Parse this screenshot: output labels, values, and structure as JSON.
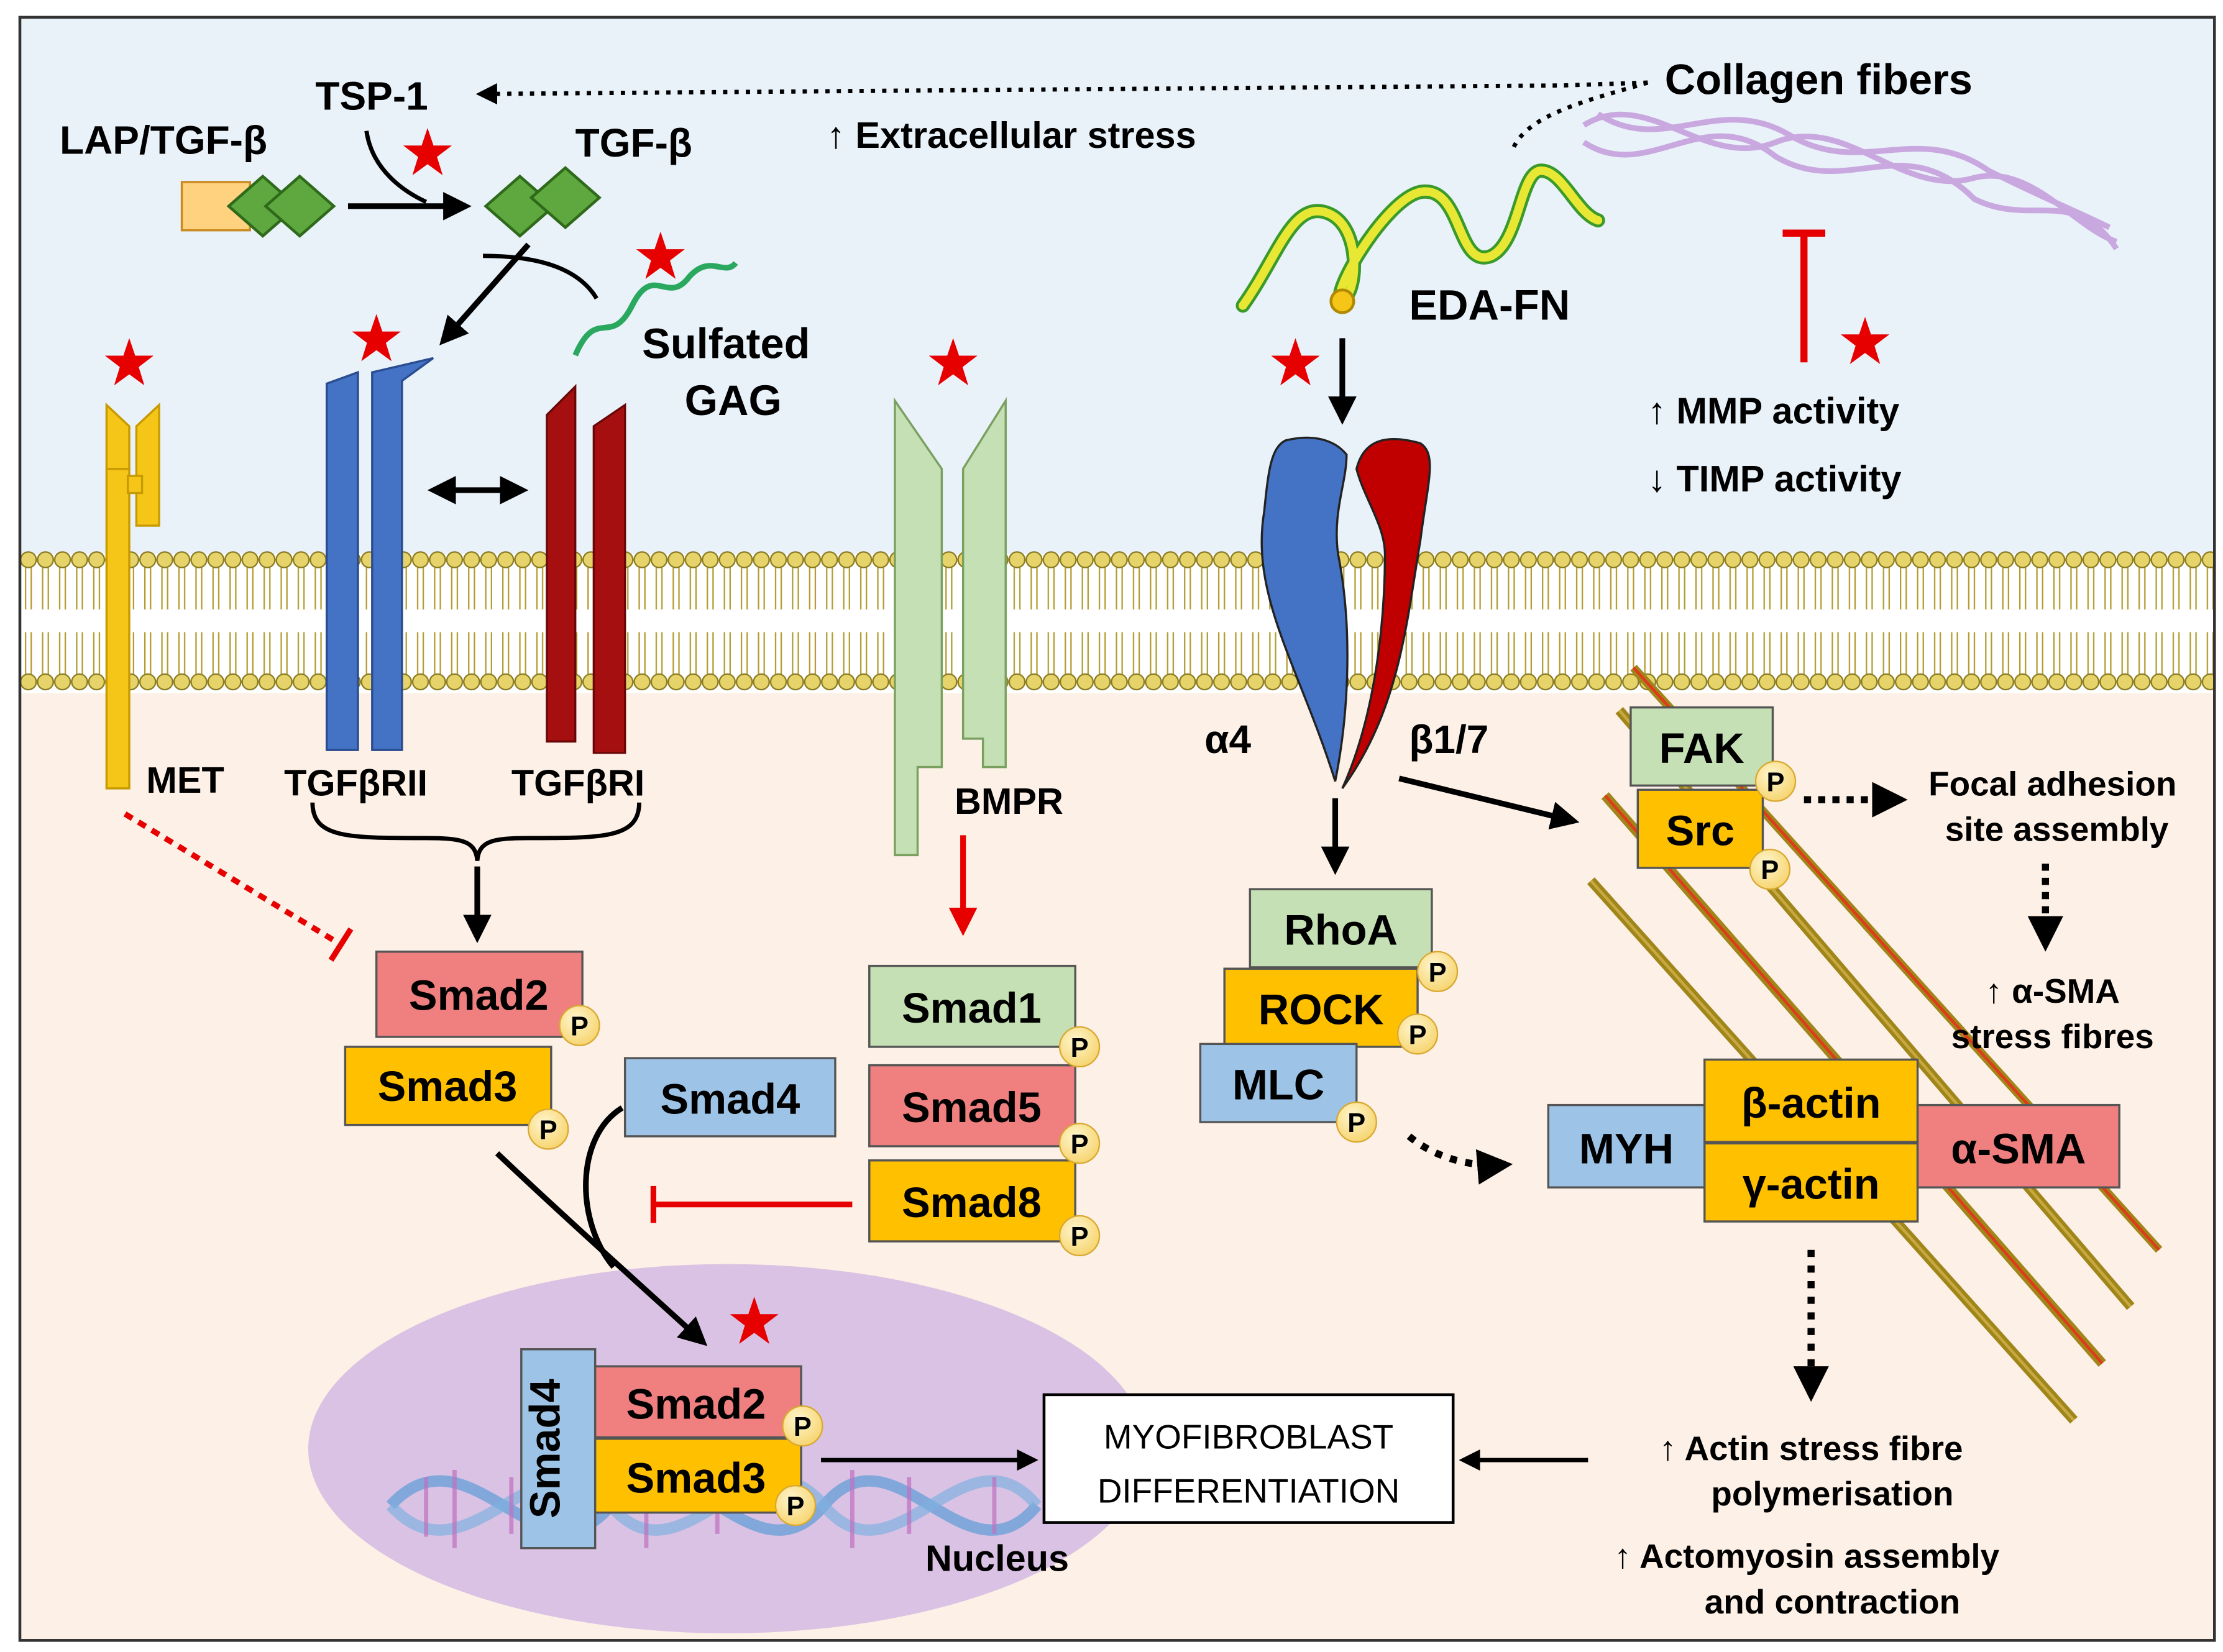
{
  "labels": {
    "tsp1": "TSP-1",
    "lap_tgfb": "LAP/TGF-β",
    "tgfb": "TGF-β",
    "extracellular_stress": "↑ Extracellular stress",
    "collagen_fibers": "Collagen fibers",
    "eda_fn": "EDA-FN",
    "sulfated_gag_line1": "Sulfated",
    "sulfated_gag_line2": "GAG",
    "mmp_activity": "↑ MMP activity",
    "timp_activity": "↓ TIMP activity",
    "met": "MET",
    "tgfbrii": "TGFβRII",
    "tgfbri": "TGFβRI",
    "bmpr": "BMPR",
    "alpha4": "α4",
    "beta17": "β1/7",
    "focal_adhesion_line1": "Focal adhesion",
    "focal_adhesion_line2": "site assembly",
    "asma_stress_line1": "↑ α-SMA",
    "asma_stress_line2": "stress fibres",
    "actin_poly_line1": "↑ Actin stress fibre",
    "actin_poly_line2": "polymerisation",
    "actomyosin_line1": "↑ Actomyosin assembly",
    "actomyosin_line2": "and contraction",
    "nucleus": "Nucleus",
    "myofibroblast_line1": "MYOFIBROBLAST",
    "myofibroblast_line2": "DIFFERENTIATION",
    "phospho": "P"
  },
  "boxes": {
    "smad2": "Smad2",
    "smad3": "Smad3",
    "smad4": "Smad4",
    "smad1": "Smad1",
    "smad5": "Smad5",
    "smad8": "Smad8",
    "rhoa": "RhoA",
    "rock": "ROCK",
    "mlc": "MLC",
    "fak": "FAK",
    "src": "Src",
    "myh": "MYH",
    "beta_actin": "β-actin",
    "gamma_actin": "γ-actin",
    "alpha_sma": "α-SMA",
    "nuc_smad4": "Smad4",
    "nuc_smad2": "Smad2",
    "nuc_smad3": "Smad3"
  },
  "colors": {
    "extracellular_bg": "#e9f1f9",
    "intracellular_bg": "#fdf0e6",
    "membrane_head": "#e6d46a",
    "membrane_head_stroke": "#8a7a20",
    "blue_receptor": "#4472c4",
    "red_receptor": "#a50f0f",
    "green_receptor": "#c5e0b4",
    "met_receptor": "#f5c518",
    "pink_box": "#f08080",
    "orange_box": "#ffc000",
    "blue_box": "#9dc3e6",
    "green_box": "#c5e0b4",
    "phospho": "#fde9a0",
    "star": "#e60000",
    "inhibit": "#e60000",
    "nucleus": "#d9c2e3",
    "eda_fn": "#e8e834",
    "eda_fn_edge": "#3a9a2a",
    "collagen": "#c9a8e0",
    "gag": "#2aa860",
    "actin_fiber": "#a0861a",
    "actin_fiber_core": "#e03a1a"
  }
}
